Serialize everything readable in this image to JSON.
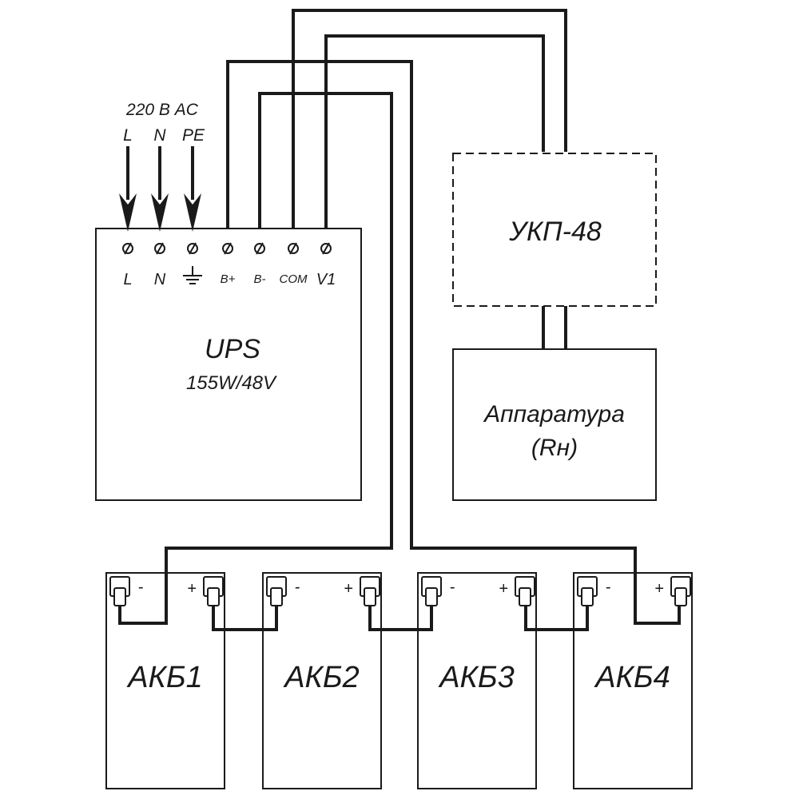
{
  "mains": {
    "header": "220 В AC",
    "arrows": [
      "L",
      "N",
      "PE"
    ]
  },
  "ups": {
    "title": "UPS",
    "rating": "155W/48V",
    "terminals": [
      "L",
      "N",
      "",
      "B+",
      "B-",
      "COM",
      "V1"
    ]
  },
  "ukp": {
    "title": "УКП-48"
  },
  "load": {
    "line1": "Аппаратура",
    "line2": "(Rн)"
  },
  "batteries": [
    {
      "name": "АКБ1",
      "minus": "-",
      "plus": "+"
    },
    {
      "name": "АКБ2",
      "minus": "-",
      "plus": "+"
    },
    {
      "name": "АКБ3",
      "minus": "-",
      "plus": "+"
    },
    {
      "name": "АКБ4",
      "minus": "-",
      "plus": "+"
    }
  ]
}
